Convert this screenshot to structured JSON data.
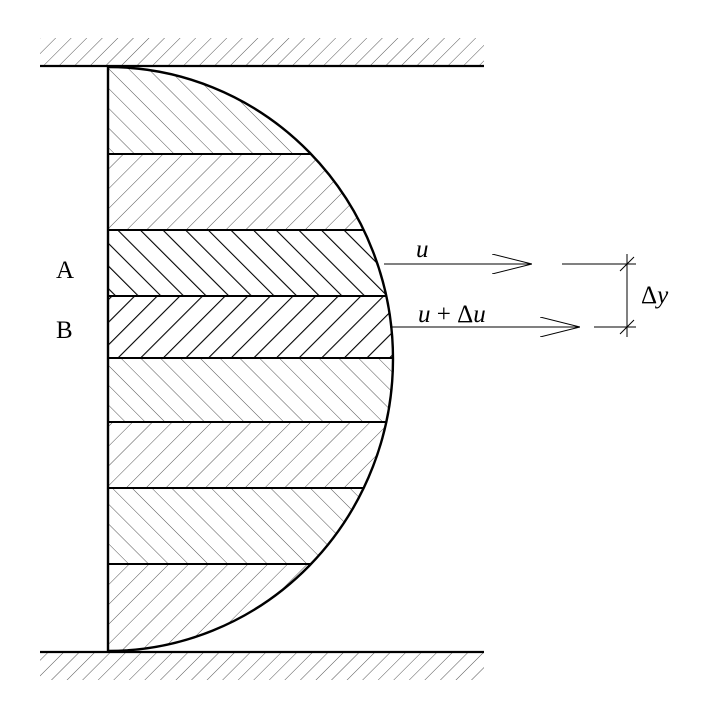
{
  "labels": {
    "layer_a": "A",
    "layer_b": "B",
    "velocity_upper": "u",
    "velocity_lower_u": "u",
    "velocity_lower_plus": " + Δ",
    "velocity_lower_du": "u",
    "spacing_delta": "Δ",
    "spacing_y": "y"
  },
  "colors": {
    "line": "#000000",
    "hatch_light": "#555555",
    "hatch_dark": "#000000",
    "background": "#ffffff"
  }
}
